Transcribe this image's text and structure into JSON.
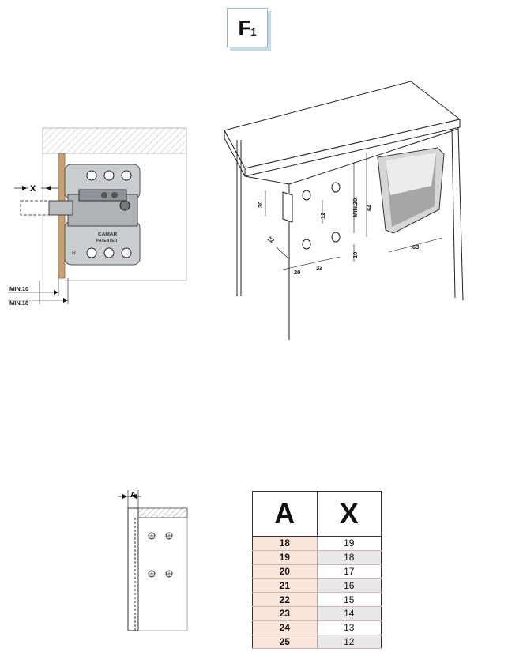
{
  "badge": {
    "letter": "F",
    "subscript": "1"
  },
  "hinge": {
    "x_label": "X",
    "min10_label": "MIN.10",
    "min18_label": "MIN.18",
    "brand_label": "CAMAR",
    "patented_label": "PATENTED",
    "r_label": "R"
  },
  "cabinet": {
    "dim_30": "30",
    "dim_22": "22",
    "dim_20": "20",
    "dim_32": "32",
    "dim_12": "12",
    "dim_min20": "MIN.20",
    "dim_64": "64",
    "dim_10": "10",
    "dim_63": "63"
  },
  "panel": {
    "a_label": "A"
  },
  "table": {
    "header_a": "A",
    "header_x": "X",
    "rows": [
      {
        "a": "18",
        "x": "19"
      },
      {
        "a": "19",
        "x": "18"
      },
      {
        "a": "20",
        "x": "17"
      },
      {
        "a": "21",
        "x": "16"
      },
      {
        "a": "22",
        "x": "15"
      },
      {
        "a": "23",
        "x": "14"
      },
      {
        "a": "24",
        "x": "13"
      },
      {
        "a": "25",
        "x": "12"
      }
    ]
  }
}
